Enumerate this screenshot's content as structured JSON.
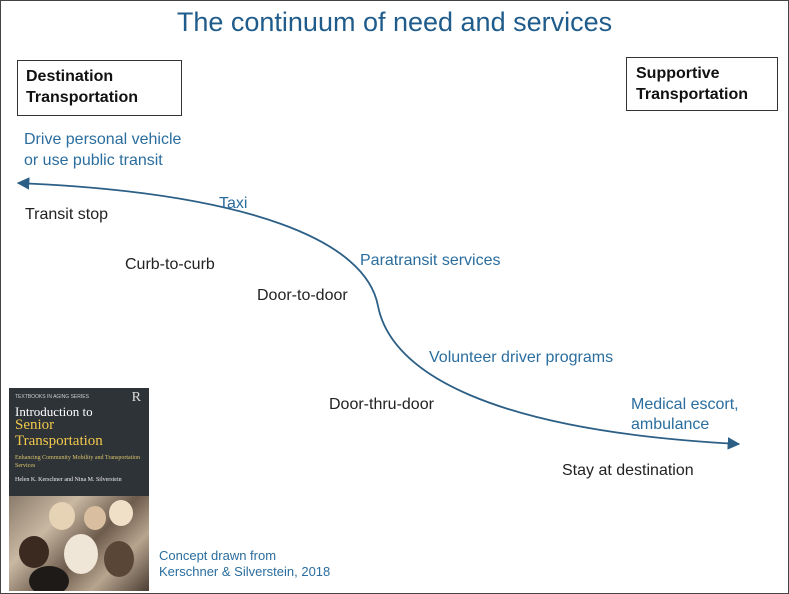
{
  "title": "The continuum of need and services",
  "left_box": [
    "Destination",
    "Transportation"
  ],
  "right_box": [
    "Supportive",
    "Transportation"
  ],
  "service_labels": {
    "drive_line1": "Drive personal vehicle",
    "drive_line2": "or use public transit",
    "taxi": "Taxi",
    "paratransit": "Paratransit services",
    "volunteer": "Volunteer driver programs",
    "medical_line1": "Medical escort,",
    "medical_line2": "ambulance"
  },
  "need_labels": {
    "transit_stop": "Transit stop",
    "curb_to_curb": "Curb-to-curb",
    "door_to_door": "Door-to-door",
    "door_thru_door": "Door-thru-door",
    "stay": "Stay at destination"
  },
  "book": {
    "series": "TEXTBOOKS IN AGING SERIES",
    "publisher_mark": "R",
    "title_line1": "Introduction to",
    "title_line2": "Senior",
    "title_line3": "Transportation",
    "subtitle": "Enhancing Community Mobility and Transportation Services",
    "authors": "Helen K. Kerschner and Nina M. Silverstein"
  },
  "caption": [
    "Concept drawn from",
    "Kerschner & Silverstein, 2018"
  ],
  "colors": {
    "blue_text": "#2a6d9e",
    "curve": "#2c5f86",
    "title": "#1f5c8b"
  }
}
